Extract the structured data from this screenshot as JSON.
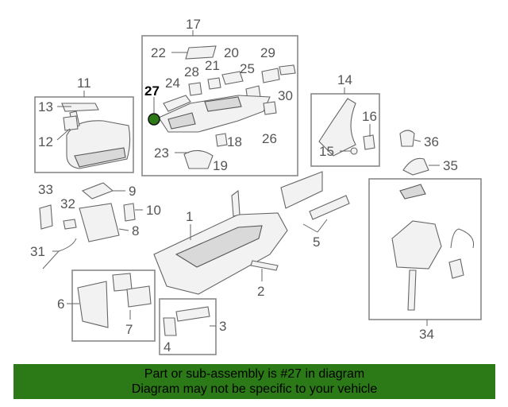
{
  "diagram": {
    "callouts": {
      "c1": "1",
      "c2": "2",
      "c3": "3",
      "c4": "4",
      "c5": "5",
      "c6": "6",
      "c7": "7",
      "c8": "8",
      "c9": "9",
      "c10": "10",
      "c11": "11",
      "c12": "12",
      "c13": "13",
      "c14": "14",
      "c15": "15",
      "c16": "16",
      "c17": "17",
      "c18": "18",
      "c19": "19",
      "c20": "20",
      "c21": "21",
      "c22": "22",
      "c23": "23",
      "c24": "24",
      "c25": "25",
      "c26": "26",
      "c27": "27",
      "c28": "28",
      "c29": "29",
      "c30": "30",
      "c31": "31",
      "c32": "32",
      "c33": "33",
      "c34": "34",
      "c35": "35",
      "c36": "36"
    },
    "highlighted_part": "27"
  },
  "banner": {
    "line1": "Part or sub-assembly is #27 in diagram",
    "line2": "Diagram may not be specific to your vehicle",
    "color": "#2b7a17"
  }
}
